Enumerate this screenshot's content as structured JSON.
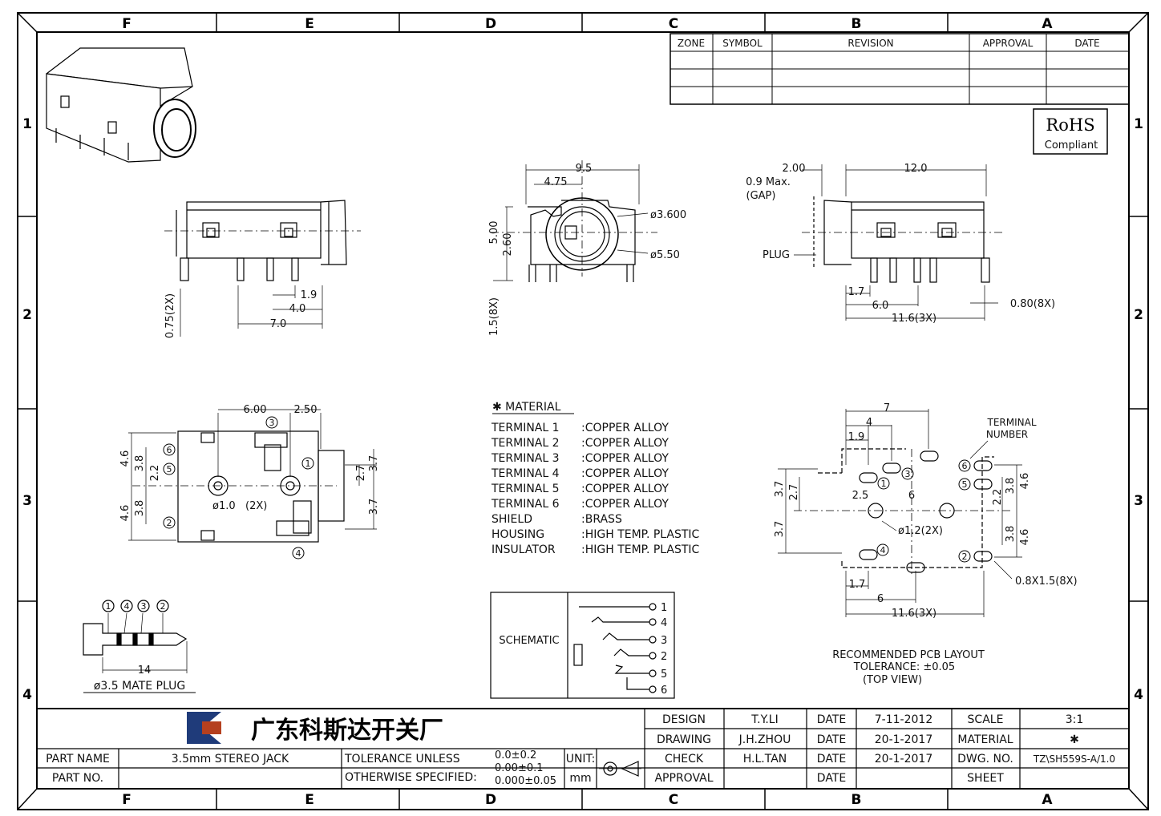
{
  "frame": {
    "columns": [
      "F",
      "E",
      "D",
      "C",
      "B",
      "A"
    ],
    "rows": [
      "1",
      "2",
      "3",
      "4"
    ]
  },
  "revision_table": {
    "headers": [
      "ZONE",
      "SYMBOL",
      "REVISION",
      "APPROVAL",
      "DATE"
    ]
  },
  "rohs": {
    "line1": "RoHS",
    "line2": "Compliant"
  },
  "side_view": {
    "dims": [
      "0.75(2X)",
      "1.9",
      "4.0",
      "7.0"
    ]
  },
  "front_view": {
    "dims": [
      "9.5",
      "4.75",
      "5.00",
      "2.60",
      "ø3.600",
      "ø5.50",
      "1.5(8X)"
    ]
  },
  "right_view": {
    "dims": [
      "2.00",
      "0.9 Max.",
      "(GAP)",
      "12.0",
      "PLUG",
      "1.7",
      "6.0",
      "11.6(3X)",
      "0.80(8X)"
    ]
  },
  "bottom_view": {
    "dims": [
      "6.00",
      "2.50",
      "4.6",
      "3.8",
      "2.2",
      "3.8",
      "4.6",
      "2.7",
      "3.7",
      "3.7",
      "ø1.0",
      "(2X)"
    ],
    "pins": [
      "3",
      "6",
      "5",
      "1",
      "2",
      "4"
    ]
  },
  "material": {
    "title": "✱ MATERIAL",
    "rows": [
      {
        "part": "TERMINAL 1",
        "material": ":COPPER ALLOY"
      },
      {
        "part": "TERMINAL 2",
        "material": ":COPPER ALLOY"
      },
      {
        "part": "TERMINAL 3",
        "material": ":COPPER ALLOY"
      },
      {
        "part": "TERMINAL 4",
        "material": ":COPPER ALLOY"
      },
      {
        "part": "TERMINAL 5",
        "material": ":COPPER ALLOY"
      },
      {
        "part": "TERMINAL 6",
        "material": ":COPPER ALLOY"
      },
      {
        "part": "SHIELD",
        "material": ":BRASS"
      },
      {
        "part": "HOUSING",
        "material": ":HIGH TEMP. PLASTIC"
      },
      {
        "part": "INSULATOR",
        "material": ":HIGH TEMP. PLASTIC"
      }
    ]
  },
  "schematic": {
    "label": "SCHEMATIC",
    "pins": [
      "1",
      "4",
      "3",
      "2",
      "5",
      "6"
    ]
  },
  "pcb_layout": {
    "dims": [
      "7",
      "4",
      "1.9",
      "3.7",
      "2.7",
      "2.5",
      "6",
      "ø1.2(2X)",
      "3.7",
      "2.2",
      "3.8",
      "4.6",
      "3.8",
      "4.6",
      "1.7",
      "6",
      "11.6(3X)",
      "0.8X1.5(8X)"
    ],
    "terminal_label_1": "TERMINAL",
    "terminal_label_2": "NUMBER",
    "pins": [
      "6",
      "5",
      "2",
      "1",
      "3",
      "4"
    ],
    "caption_1": "RECOMMENDED PCB LAYOUT",
    "caption_2": "TOLERANCE: ±0.05",
    "caption_3": "(TOP VIEW)"
  },
  "plug": {
    "pins": [
      "1",
      "4",
      "3",
      "2"
    ],
    "length": "14",
    "caption": "ø3.5 MATE PLUG"
  },
  "title_block": {
    "company": "广东科斯达开关厂",
    "part_name_label": "PART NAME",
    "part_name": "3.5mm STEREO JACK",
    "part_no_label": "PART NO.",
    "tolerance_1": "TOLERANCE UNLESS",
    "tolerance_2": "OTHERWISE SPECIFIED:",
    "tol_a": "0.0±0.2",
    "tol_b": "0.00±0.1",
    "tol_c": "0.000±0.05",
    "unit_label": "UNIT:",
    "unit": "mm",
    "rows": [
      {
        "role": "DESIGN",
        "name": "T.Y.LI",
        "date_label": "DATE",
        "date": "7-11-2012",
        "k": "SCALE",
        "v": "3:1"
      },
      {
        "role": "DRAWING",
        "name": "J.H.ZHOU",
        "date_label": "DATE",
        "date": "20-1-2017",
        "k": "MATERIAL",
        "v": "✱"
      },
      {
        "role": "CHECK",
        "name": "H.L.TAN",
        "date_label": "DATE",
        "date": "20-1-2017",
        "k": "DWG. NO.",
        "v": "TZ\\SH559S-A/1.0"
      },
      {
        "role": "APPROVAL",
        "name": "",
        "date_label": "DATE",
        "date": "",
        "k": "SHEET",
        "v": ""
      }
    ]
  }
}
